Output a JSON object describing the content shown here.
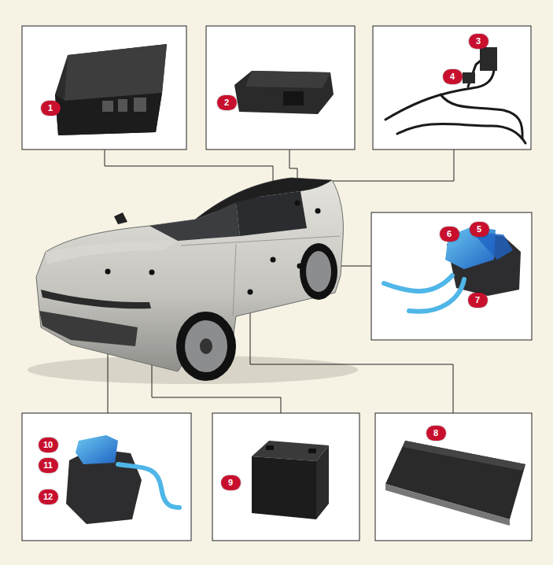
{
  "diagram": {
    "labels": [
      "1",
      "2",
      "3",
      "4",
      "5",
      "6",
      "7",
      "8",
      "9",
      "10",
      "11",
      "12"
    ]
  }
}
